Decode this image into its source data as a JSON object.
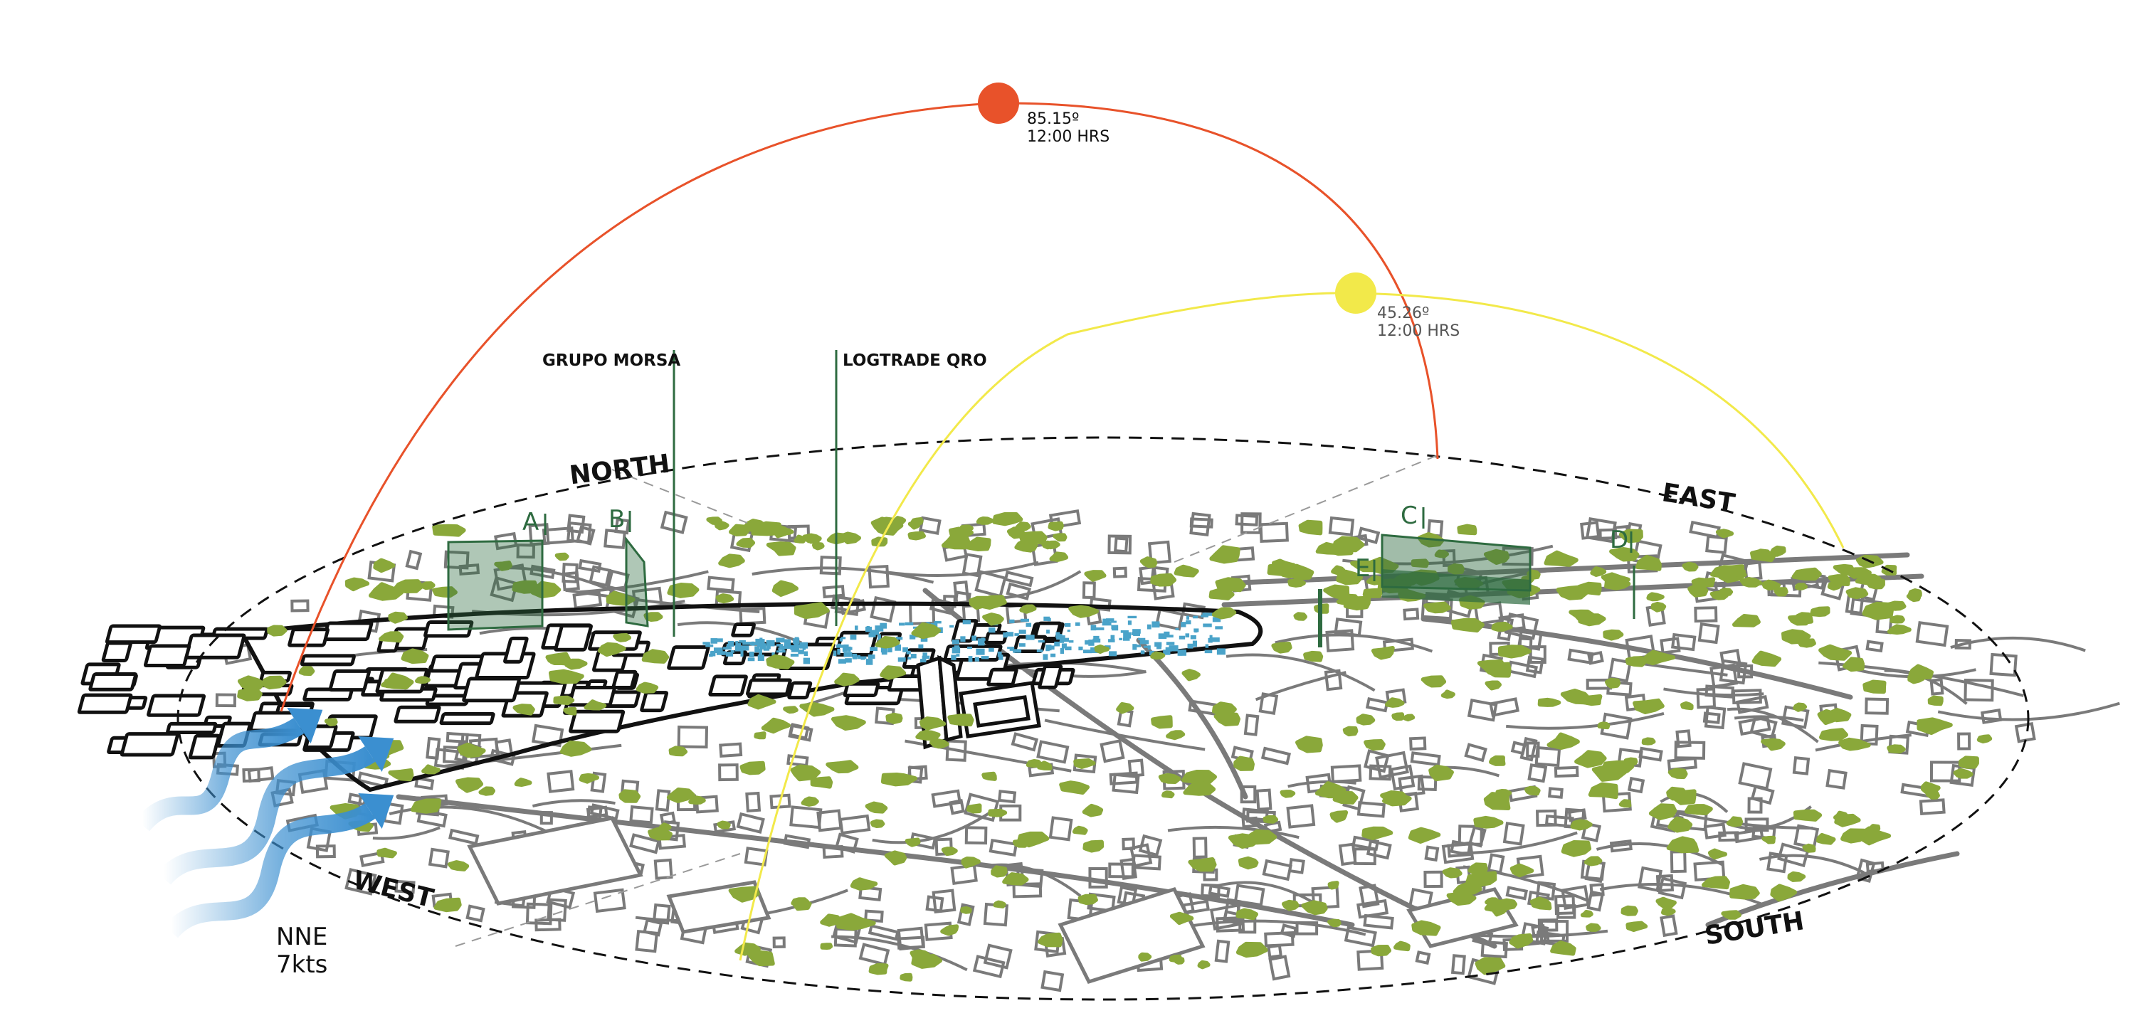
{
  "compass": {
    "north": "NORTH",
    "east": "EAST",
    "south": "SOUTH",
    "west": "WEST"
  },
  "sun_paths": [
    {
      "angle": "85.15º",
      "time": "12:00 HRS",
      "color": "#e8522a"
    },
    {
      "angle": "45.26º",
      "time": "12:00 HRS",
      "color": "#f2e94a"
    }
  ],
  "buildings": [
    {
      "label": "GRUPO MORSA"
    },
    {
      "label": "LOGTRADE QRO"
    }
  ],
  "section_markers": [
    "A",
    "B",
    "C",
    "D",
    "E"
  ],
  "wind": {
    "direction": "NNE",
    "speed": "7kts",
    "color": "#3b8fd0"
  },
  "colors": {
    "vegetation": "#8aa83a",
    "built": "#7a7a7a",
    "highlight": "#111111",
    "water": "#4aa3c9",
    "section": "#2e6b40"
  }
}
